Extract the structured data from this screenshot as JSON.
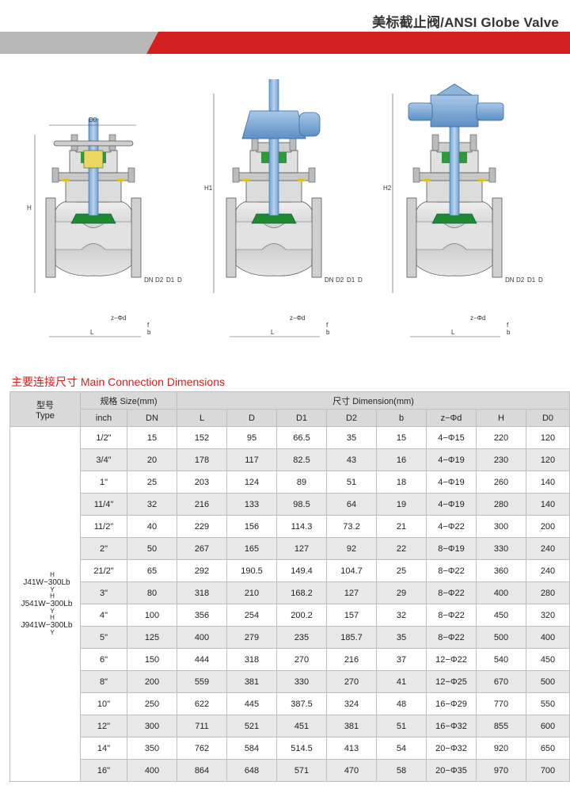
{
  "header": {
    "title": "美标截止阀/ANSI Globe Valve",
    "accent_color": "#d42020"
  },
  "drawings": {
    "labels": {
      "d0": "D0",
      "h": "H",
      "h1": "H1",
      "h2": "H2",
      "dn": "DN",
      "d2": "D2",
      "d1": "D1",
      "d": "D",
      "l": "L",
      "zd": "z−Φd",
      "f": "f",
      "b": "b"
    }
  },
  "section": {
    "title": "主要连接尺寸 Main Connection Dimensions"
  },
  "table": {
    "headers": {
      "type": "型号 Type",
      "type_cn": "型号",
      "type_en": "Type",
      "size_group": "规格 Size(mm)",
      "dim_group": "尺寸 Dimension(mm)",
      "inch": "inch",
      "dn": "DN",
      "l": "L",
      "d": "D",
      "d1": "D1",
      "d2": "D2",
      "b": "b",
      "zd": "z−Φd",
      "h": "H",
      "d0": "D0"
    },
    "model_lines": [
      {
        "sup_top": "H",
        "name": "J41W−300Lb",
        "sup_bottom": "Y"
      },
      {
        "sup_top": "H",
        "name": "J541W−300Lb",
        "sup_bottom": "Y"
      },
      {
        "sup_top": "H",
        "name": "J941W−300Lb",
        "sup_bottom": "Y"
      }
    ],
    "rows": [
      {
        "inch": "1/2\"",
        "dn": "15",
        "l": "152",
        "d": "95",
        "d1": "66.5",
        "d2": "35",
        "b": "15",
        "zd": "4−Φ15",
        "h": "220",
        "d0": "120"
      },
      {
        "inch": "3/4\"",
        "dn": "20",
        "l": "178",
        "d": "117",
        "d1": "82.5",
        "d2": "43",
        "b": "16",
        "zd": "4−Φ19",
        "h": "230",
        "d0": "120"
      },
      {
        "inch": "1\"",
        "dn": "25",
        "l": "203",
        "d": "124",
        "d1": "89",
        "d2": "51",
        "b": "18",
        "zd": "4−Φ19",
        "h": "260",
        "d0": "140"
      },
      {
        "inch": "11/4\"",
        "dn": "32",
        "l": "216",
        "d": "133",
        "d1": "98.5",
        "d2": "64",
        "b": "19",
        "zd": "4−Φ19",
        "h": "280",
        "d0": "140"
      },
      {
        "inch": "11/2\"",
        "dn": "40",
        "l": "229",
        "d": "156",
        "d1": "114.3",
        "d2": "73.2",
        "b": "21",
        "zd": "4−Φ22",
        "h": "300",
        "d0": "200"
      },
      {
        "inch": "2\"",
        "dn": "50",
        "l": "267",
        "d": "165",
        "d1": "127",
        "d2": "92",
        "b": "22",
        "zd": "8−Φ19",
        "h": "330",
        "d0": "240"
      },
      {
        "inch": "21/2\"",
        "dn": "65",
        "l": "292",
        "d": "190.5",
        "d1": "149.4",
        "d2": "104.7",
        "b": "25",
        "zd": "8−Φ22",
        "h": "360",
        "d0": "240"
      },
      {
        "inch": "3\"",
        "dn": "80",
        "l": "318",
        "d": "210",
        "d1": "168.2",
        "d2": "127",
        "b": "29",
        "zd": "8−Φ22",
        "h": "400",
        "d0": "280"
      },
      {
        "inch": "4\"",
        "dn": "100",
        "l": "356",
        "d": "254",
        "d1": "200.2",
        "d2": "157",
        "b": "32",
        "zd": "8−Φ22",
        "h": "450",
        "d0": "320"
      },
      {
        "inch": "5\"",
        "dn": "125",
        "l": "400",
        "d": "279",
        "d1": "235",
        "d2": "185.7",
        "b": "35",
        "zd": "8−Φ22",
        "h": "500",
        "d0": "400"
      },
      {
        "inch": "6\"",
        "dn": "150",
        "l": "444",
        "d": "318",
        "d1": "270",
        "d2": "216",
        "b": "37",
        "zd": "12−Φ22",
        "h": "540",
        "d0": "450"
      },
      {
        "inch": "8\"",
        "dn": "200",
        "l": "559",
        "d": "381",
        "d1": "330",
        "d2": "270",
        "b": "41",
        "zd": "12−Φ25",
        "h": "670",
        "d0": "500"
      },
      {
        "inch": "10\"",
        "dn": "250",
        "l": "622",
        "d": "445",
        "d1": "387.5",
        "d2": "324",
        "b": "48",
        "zd": "16−Φ29",
        "h": "770",
        "d0": "550"
      },
      {
        "inch": "12\"",
        "dn": "300",
        "l": "711",
        "d": "521",
        "d1": "451",
        "d2": "381",
        "b": "51",
        "zd": "16−Φ32",
        "h": "855",
        "d0": "600"
      },
      {
        "inch": "14\"",
        "dn": "350",
        "l": "762",
        "d": "584",
        "d1": "514.5",
        "d2": "413",
        "b": "54",
        "zd": "20−Φ32",
        "h": "920",
        "d0": "650"
      },
      {
        "inch": "16\"",
        "dn": "400",
        "l": "864",
        "d": "648",
        "d1": "571",
        "d2": "470",
        "b": "58",
        "zd": "20−Φ35",
        "h": "970",
        "d0": "700"
      }
    ]
  }
}
